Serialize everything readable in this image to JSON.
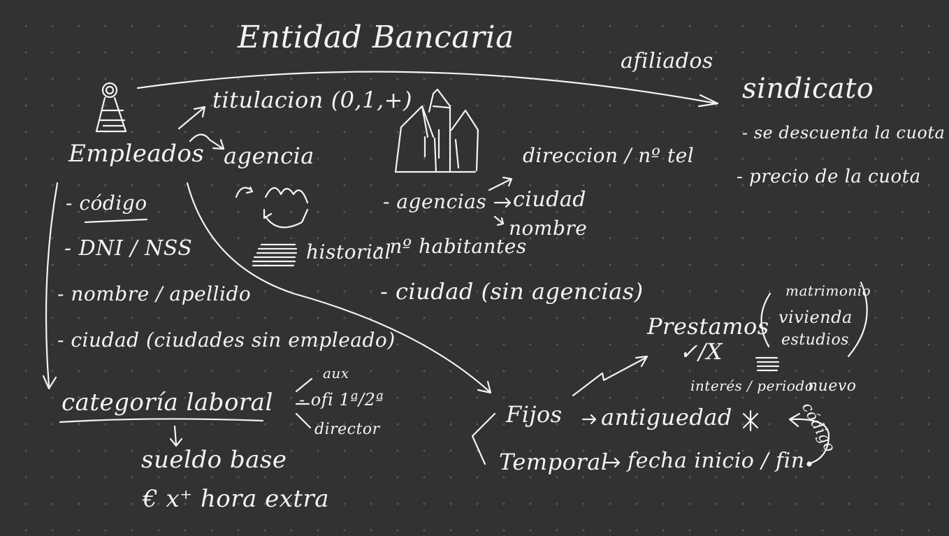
{
  "title": "Entidad Bancaria",
  "afiliados": "afiliados",
  "sindicato": {
    "label": "sindicato",
    "items": [
      "- se descuenta la cuota",
      "- precio de la cuota"
    ]
  },
  "empleados": {
    "label": "Empleados",
    "attributes": [
      "- código",
      "- DNI / NSS",
      "- nombre / apellido",
      "- ciudad (ciudades sin empleado)"
    ]
  },
  "titulacion": "titulacion (0,1,+)",
  "agencia": "agencia",
  "historial": "historial",
  "agencias_block": {
    "agencias": "- agencias",
    "ciudad": "ciudad",
    "nombre": "nombre",
    "direccion": "direccion / nº tel",
    "habitantes": "- nº habitantes",
    "ciudad_sin": "- ciudad (sin agencias)"
  },
  "categoria": {
    "label": "categoría laboral",
    "options": [
      "aux",
      "- ofi 1ª/2ª",
      "director"
    ],
    "sueldo": "sueldo base",
    "hora_extra": "€ x⁺ hora extra"
  },
  "prestamos": {
    "label": "Prestamos",
    "check": "✓/X",
    "tipos": [
      "matrimonio",
      "vivienda",
      "estudios"
    ],
    "interes": "interés / periodo",
    "nuevo": "nuevo",
    "codigo": "código"
  },
  "contratos": {
    "fijos": "Fijos",
    "antiguedad": "antiguedad",
    "temporal": "Temporal",
    "fecha": "fecha inicio / fin"
  },
  "colors": {
    "background": "#323134",
    "ink": "#f4f4f4",
    "grid_dot": "#5c5b5f"
  }
}
